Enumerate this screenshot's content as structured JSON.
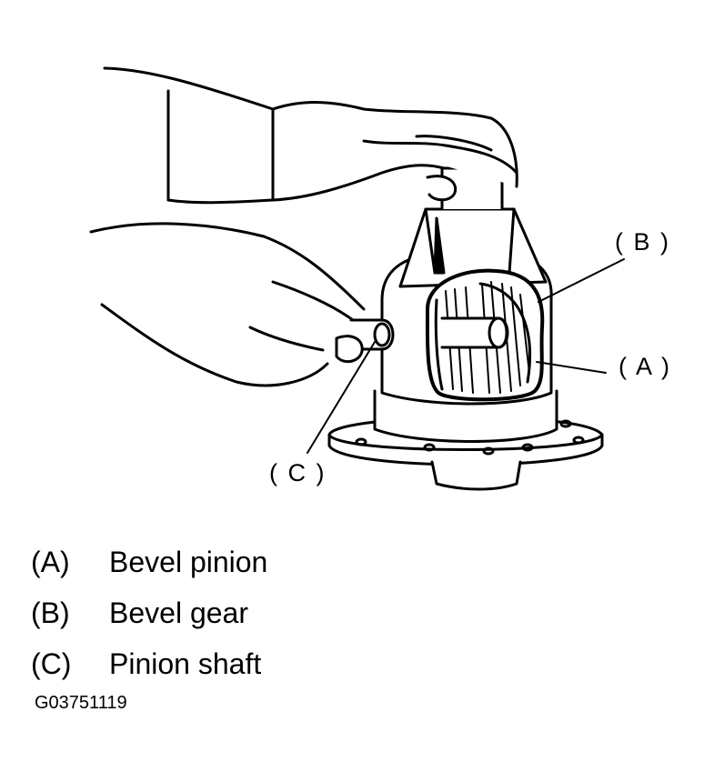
{
  "callouts": {
    "a": "( A )",
    "b": "( B )",
    "c": "( C )"
  },
  "legend": [
    {
      "code": "(A)",
      "text": "Bevel pinion"
    },
    {
      "code": "(B)",
      "text": "Bevel gear"
    },
    {
      "code": "(C)",
      "text": "Pinion shaft"
    }
  ],
  "figure_id": "G03751119"
}
